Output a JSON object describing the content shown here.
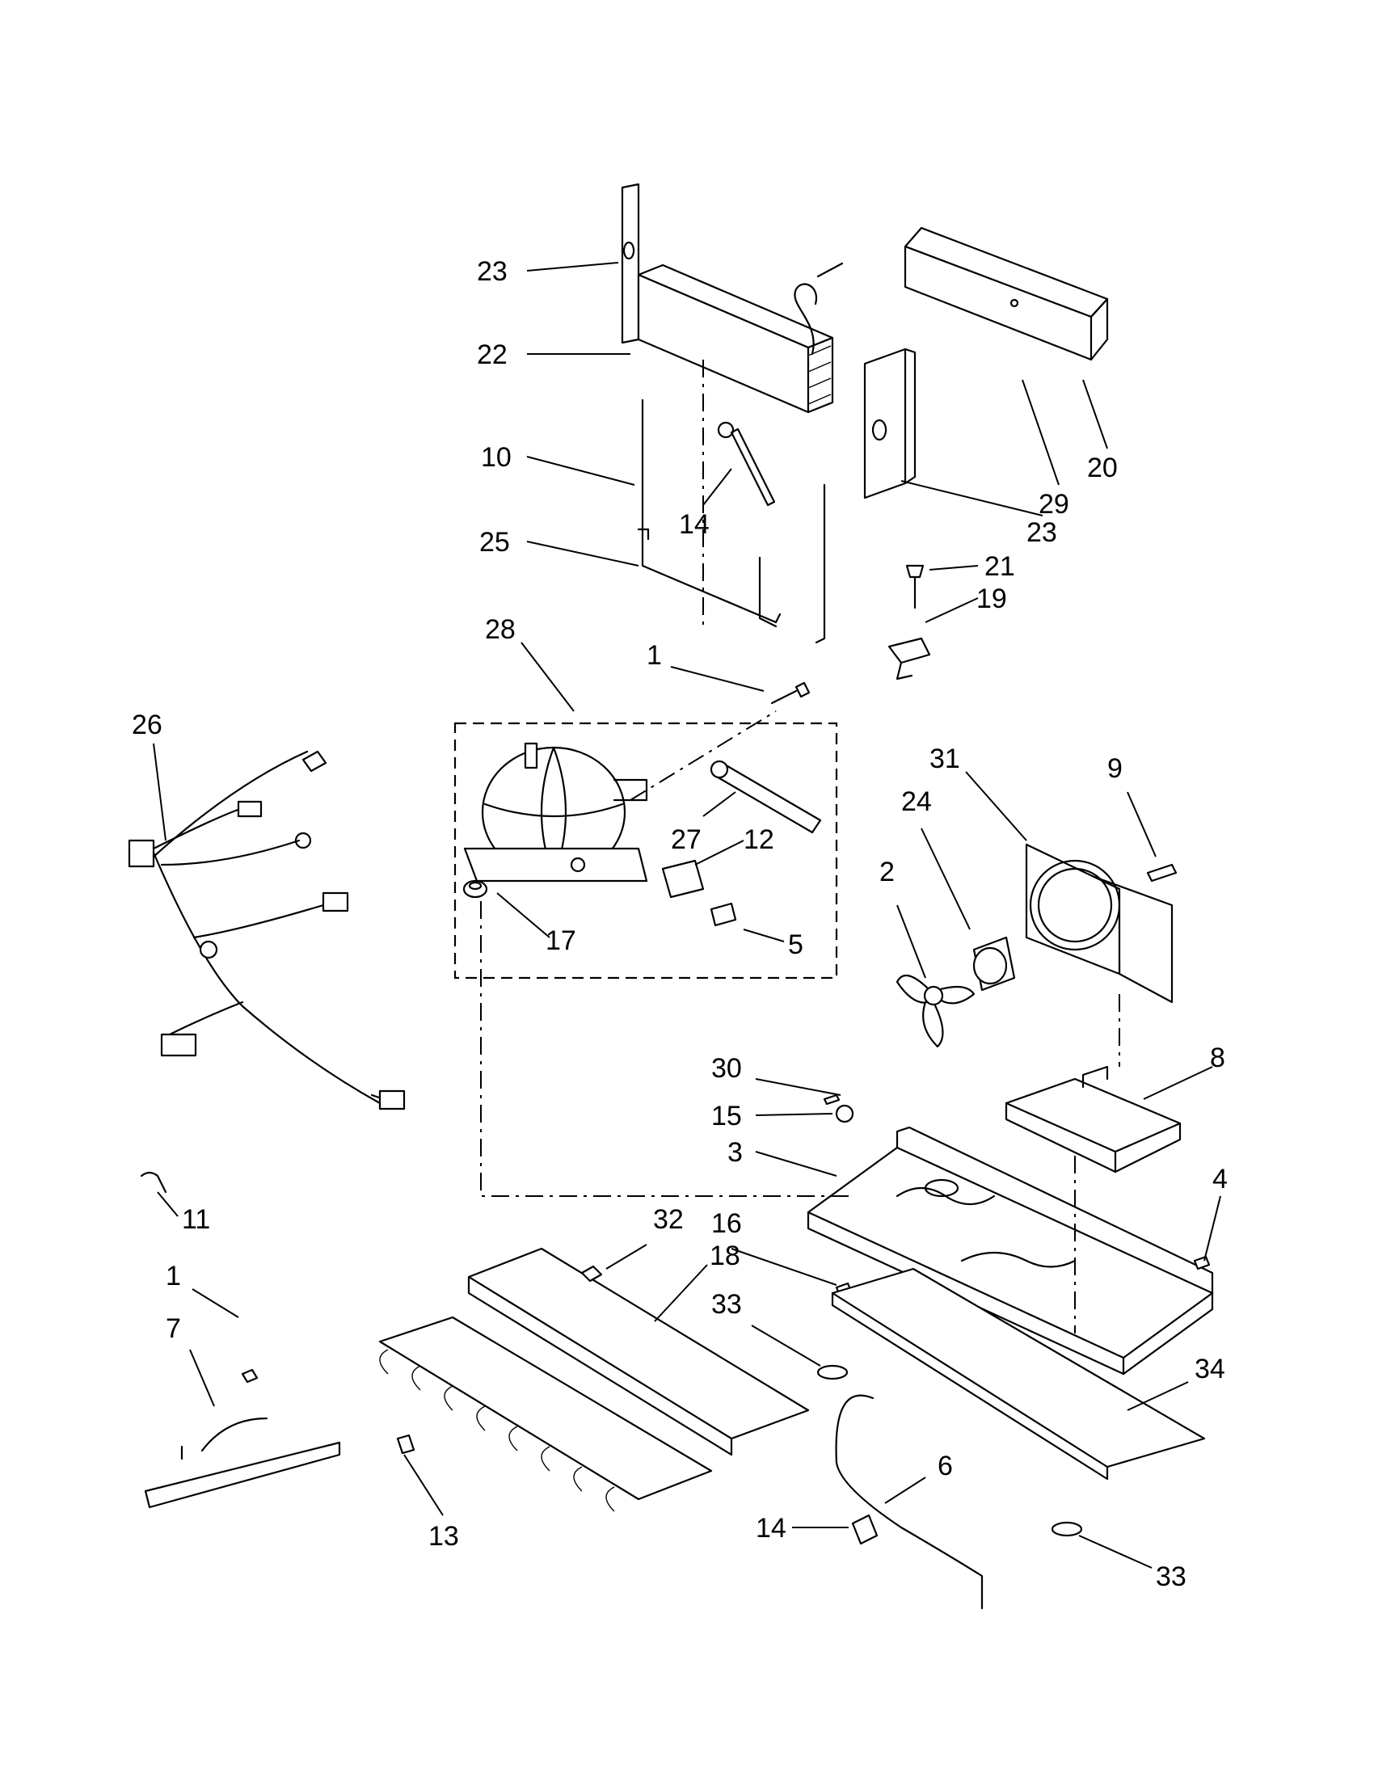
{
  "callouts": [
    {
      "id": "c23a",
      "label": "23"
    },
    {
      "id": "c22",
      "label": "22"
    },
    {
      "id": "c10",
      "label": "10"
    },
    {
      "id": "c14a",
      "label": "14"
    },
    {
      "id": "c25",
      "label": "25"
    },
    {
      "id": "c20",
      "label": "20"
    },
    {
      "id": "c29",
      "label": "29"
    },
    {
      "id": "c23b",
      "label": "23"
    },
    {
      "id": "c21",
      "label": "21"
    },
    {
      "id": "c19",
      "label": "19"
    },
    {
      "id": "c28",
      "label": "28"
    },
    {
      "id": "c1a",
      "label": "1"
    },
    {
      "id": "c26",
      "label": "26"
    },
    {
      "id": "c27",
      "label": "27"
    },
    {
      "id": "c12",
      "label": "12"
    },
    {
      "id": "c17",
      "label": "17"
    },
    {
      "id": "c5",
      "label": "5"
    },
    {
      "id": "c31",
      "label": "31"
    },
    {
      "id": "c9",
      "label": "9"
    },
    {
      "id": "c24",
      "label": "24"
    },
    {
      "id": "c2",
      "label": "2"
    },
    {
      "id": "c30",
      "label": "30"
    },
    {
      "id": "c8",
      "label": "8"
    },
    {
      "id": "c15",
      "label": "15"
    },
    {
      "id": "c3",
      "label": "3"
    },
    {
      "id": "c4",
      "label": "4"
    },
    {
      "id": "c11",
      "label": "11"
    },
    {
      "id": "c32",
      "label": "32"
    },
    {
      "id": "c16",
      "label": "16"
    },
    {
      "id": "c18",
      "label": "18"
    },
    {
      "id": "c1b",
      "label": "1"
    },
    {
      "id": "c7",
      "label": "7"
    },
    {
      "id": "c33a",
      "label": "33"
    },
    {
      "id": "c34",
      "label": "34"
    },
    {
      "id": "c6",
      "label": "6"
    },
    {
      "id": "c14b",
      "label": "14"
    },
    {
      "id": "c13",
      "label": "13"
    },
    {
      "id": "c33b",
      "label": "33"
    }
  ]
}
